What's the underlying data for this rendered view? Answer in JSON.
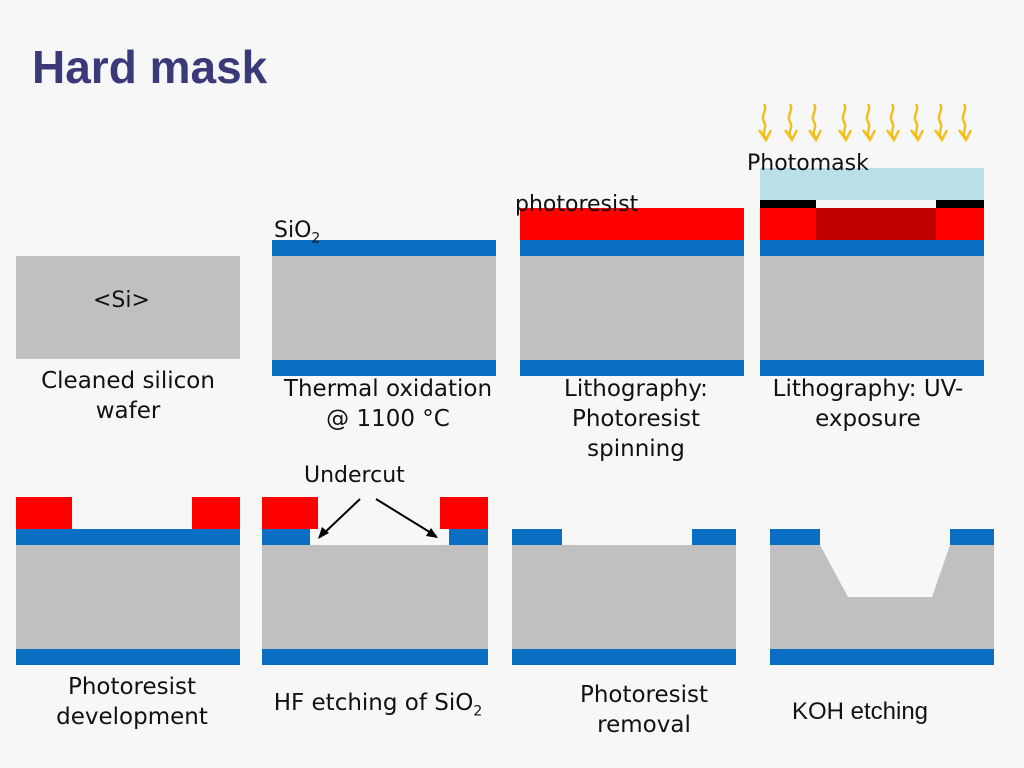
{
  "title": "Hard mask",
  "colors": {
    "silicon": "#c0c0c0",
    "sio2": "#0a6fc2",
    "photoresist": "#ff0000",
    "exposed_resist": "#c00000",
    "photomask_glass": "#b9e0e7",
    "photomask_chrome": "#000000",
    "uv_arrows": "#f0c020",
    "title": "#3a3a7a"
  },
  "labels": {
    "si": "<Si>",
    "sio2_main": "SiO",
    "sio2_sub": "2",
    "photoresist": "photoresist",
    "photomask": "Photomask",
    "undercut": "Undercut"
  },
  "steps": [
    {
      "id": "step1",
      "caption_lines": [
        "Cleaned silicon",
        "wafer"
      ]
    },
    {
      "id": "step2",
      "caption_lines": [
        "Thermal oxidation",
        "@ 1100 °C"
      ]
    },
    {
      "id": "step3",
      "caption_lines": [
        "Lithography:",
        "Photoresist",
        "spinning"
      ]
    },
    {
      "id": "step4",
      "caption_lines": [
        "Lithography: UV-",
        "exposure"
      ]
    },
    {
      "id": "step5",
      "caption_lines": [
        "Photoresist",
        "development"
      ]
    },
    {
      "id": "step6",
      "caption_main": "HF etching of SiO",
      "caption_sub": "2"
    },
    {
      "id": "step7",
      "caption_lines": [
        "Photoresist",
        "removal"
      ]
    },
    {
      "id": "step8",
      "caption_lines": [
        "KOH etching"
      ]
    }
  ]
}
